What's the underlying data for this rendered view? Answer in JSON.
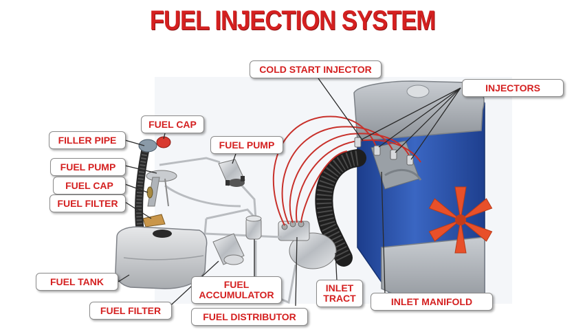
{
  "title": "FUEL INJECTION SYSTEM",
  "labels": {
    "cold_start_injector": "COLD START INJECTOR",
    "injectors": "INJECTORS",
    "fuel_cap_top": "FUEL CAP",
    "filler_pipe": "FILLER PIPE",
    "fuel_pump_left": "FUEL PUMP",
    "fuel_pump_center": "FUEL PUMP",
    "fuel_cap_left": "FUEL CAP",
    "fuel_filter_left": "FUEL FILTER",
    "fuel_tank": "FUEL TANK",
    "fuel_filter_bottom": "FUEL FILTER",
    "fuel_accumulator_1": "FUEL",
    "fuel_accumulator_2": "ACCUMULATOR",
    "fuel_distributor": "FUEL DISTRIBUTOR",
    "inlet_tract_1": "INLET",
    "inlet_tract_2": "TRACT",
    "inlet_manifold": "INLET MANIFOLD"
  },
  "colors": {
    "label_text": "#d42020",
    "engine_blue": "#2c52a8",
    "fuel_line_red": "#c8302a",
    "fan_orange": "#e8502a"
  }
}
